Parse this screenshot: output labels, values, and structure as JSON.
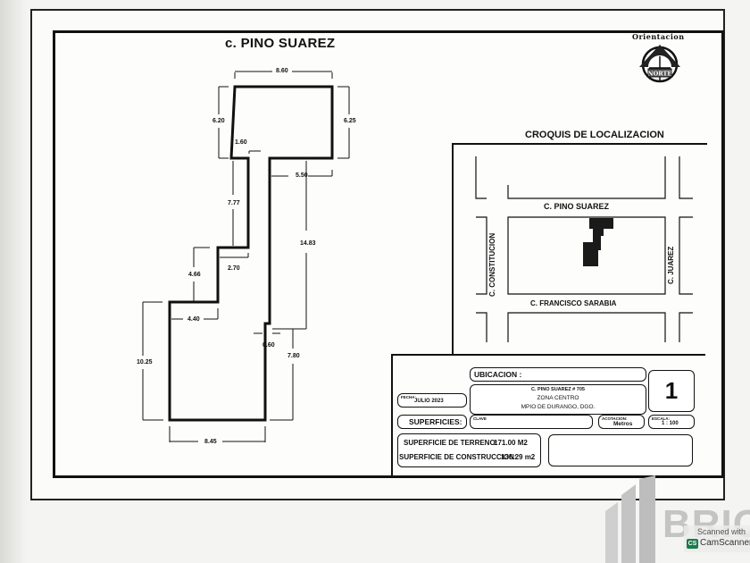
{
  "plan": {
    "street_top": "c. PINO SUAREZ",
    "dimensions": {
      "top_width": "8.60",
      "left_upper": "6.20",
      "right_upper": "6.25",
      "step_1": "1.60",
      "step_right": "5.50",
      "left_mid": "7.77",
      "right_long": "14.83",
      "step_2": "2.70",
      "left_lower_step": "4.66",
      "step_3": "4.40",
      "left_bottom": "10.25",
      "step_4": "0.60",
      "right_bottom": "7.80",
      "bottom_width": "8.45"
    }
  },
  "orientation": {
    "label": "Orientacion",
    "compass_text": "NORTE"
  },
  "location_sketch": {
    "title": "CROQUIS DE LOCALIZACION",
    "streets": {
      "north": "C. PINO SUAREZ",
      "south": "C. FRANCISCO SARABIA",
      "west": "C. CONSTITUCION",
      "east": "C. JUAREZ"
    }
  },
  "title_block": {
    "fecha_label": "FECHA:",
    "fecha_value": "JULIO 2023",
    "ubicacion_label": "UBICACION :",
    "address_line1": "C. PINO SUAREZ   # 705",
    "address_line2": "ZONA CENTRO",
    "address_line3": "MPIO DE DURANGO, DGO.",
    "sheet_number": "1",
    "superficies_label": "SUPERFICIES:",
    "clave_label": "CLAVE",
    "acotacion_label": "ACOTACION:",
    "acotacion_value": "Metros",
    "escala_label": "ESCALA:",
    "escala_value": "1 : 100",
    "terreno_label": "SUPERFICIE DE TERRENO:",
    "terreno_value": "171.00 M2",
    "construccion_label": "SUPERFICIE DE CONSTRUCCION:",
    "construccion_value": "136.29  m2"
  },
  "watermark": {
    "brand": "BRIC",
    "scanned_with": "Scanned with",
    "scanner_app": "CamScanner",
    "scanner_logo": "CS"
  }
}
